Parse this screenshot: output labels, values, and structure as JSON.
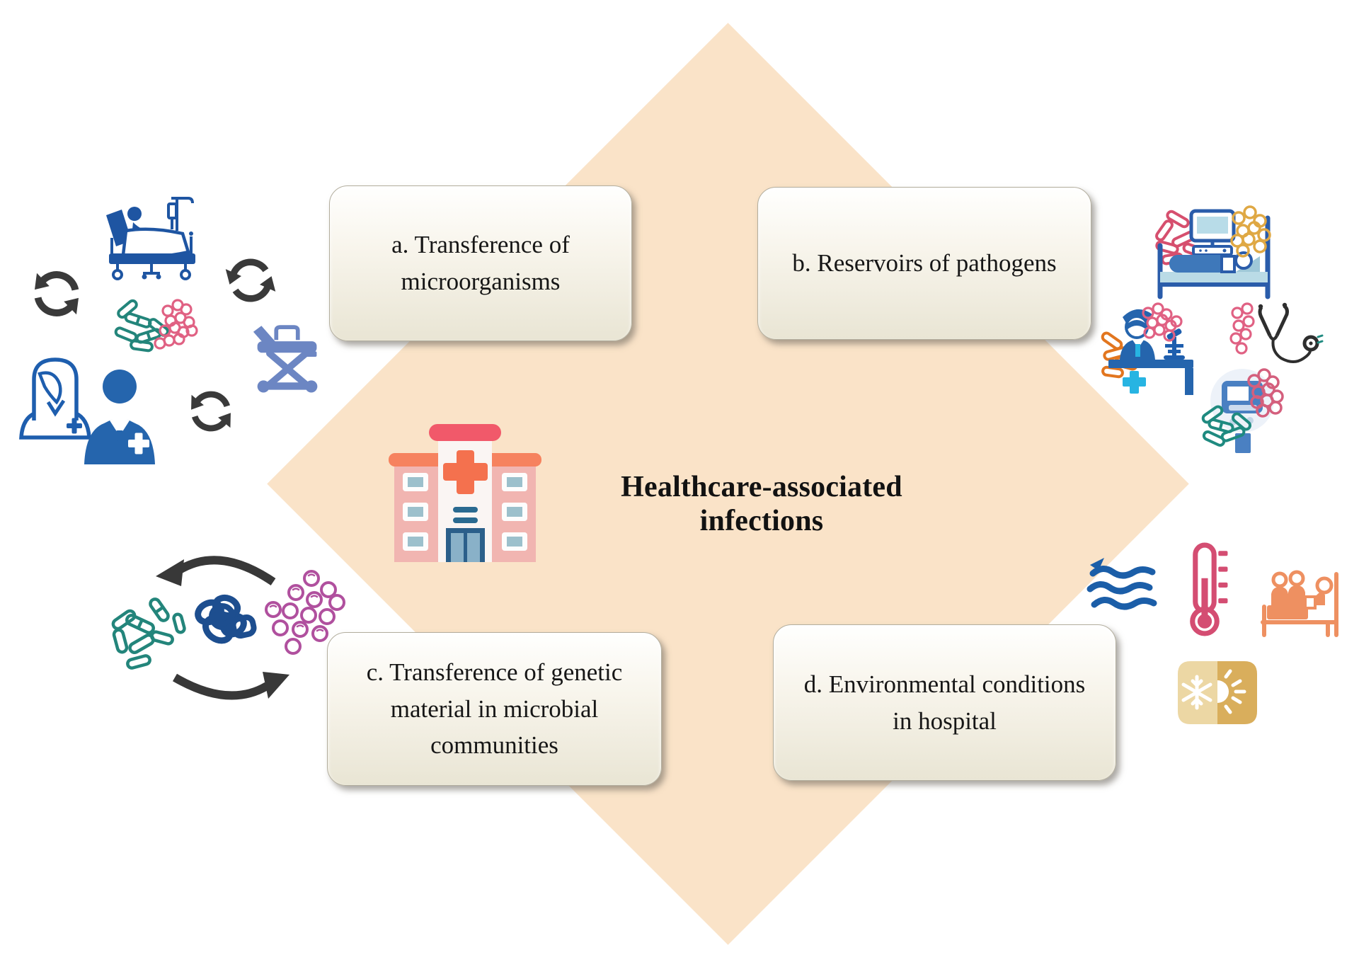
{
  "title": "Healthcare-associated infections",
  "boxes": [
    {
      "id": "a",
      "label": "a. Transference of microorganisms"
    },
    {
      "id": "b",
      "label": "b. Reservoirs of pathogens"
    },
    {
      "id": "c",
      "label": "c. Transference of genetic material in microbial communities"
    },
    {
      "id": "d",
      "label": "d. Environmental conditions in hospital"
    }
  ],
  "colors": {
    "diamond": "#fae3c8",
    "box_gradient_top": "#fffffe",
    "box_gradient_bottom": "#e9e5d4",
    "box_border": "#b3ae9e",
    "text": "#161616",
    "arrow_gray": "#3a3a3a",
    "medical_blue": "#1e55a2",
    "doctor_blue": "#2565ad",
    "periwinkle_stretcher": "#6c86c3",
    "teal_bacteria": "#23857b",
    "pink_cocci": "#e06183",
    "magenta_cocci": "#b0509e",
    "orange_rods": "#e2761f",
    "gold_cocci": "#dfa844",
    "red_rods": "#d64f6e",
    "wave_blue": "#1b5ea8",
    "thermometer_pink": "#d44d72",
    "visitor_orange": "#ee9061",
    "climate_gold_light": "#ecd7a4",
    "climate_gold_dark": "#d9ae5c",
    "hospital_red": "#f1596a",
    "hospital_orange_roof": "#f6825e",
    "hospital_pink_wing": "#f1b5b1",
    "hospital_cross": "#f4714e",
    "hospital_door": "#2b5f8a",
    "dna_blue": "#1d4e8f"
  },
  "icon_groups": {
    "center": [
      "hospital-building-icon"
    ],
    "transference_cluster": [
      "patient-bed-icon",
      "cycle-arrows-icon",
      "bacteria-cluster-icon",
      "nurse-icon",
      "doctor-icon",
      "stretcher-icon"
    ],
    "reservoirs_cluster": [
      "hospital-bed-monitor-icon",
      "nurse-desk-icon",
      "stethoscope-icon",
      "magnifier-bacteria-icon"
    ],
    "genetic_cluster": [
      "rod-bacteria-icon",
      "dna-tangle-icon",
      "cocci-bacteria-icon",
      "exchange-arrow-top-icon",
      "exchange-arrow-bottom-icon"
    ],
    "environment_cluster": [
      "water-waves-icon",
      "thermometer-icon",
      "patient-visitors-bed-icon",
      "temperature-climate-icon"
    ]
  }
}
